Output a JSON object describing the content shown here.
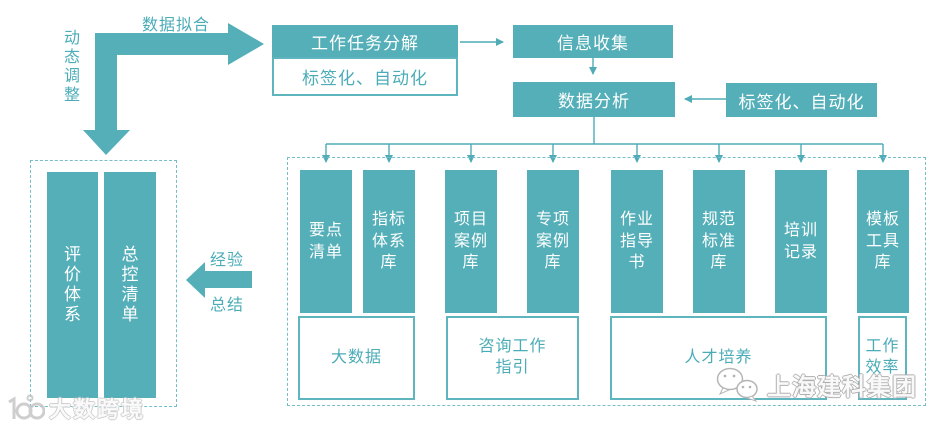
{
  "colors": {
    "teal_fill": "#54AFB9",
    "teal_border": "#5FB5BE",
    "teal_text": "#4BACB8",
    "dashed_border": "#76BFC8"
  },
  "annotations": {
    "dynamic_adjustment": "动\n态\n调\n整",
    "data_fitting": "数据拟合",
    "experience_line1": "经验",
    "experience_line2": "总结"
  },
  "flow": {
    "task_breakdown": "工作任务分解",
    "tagging_automation_left": "标签化、自动化",
    "info_collection": "信息收集",
    "data_analysis": "数据分析",
    "tagging_automation_right": "标签化、自动化"
  },
  "left_panel": {
    "evaluation_system": "评\n价\n体\n系",
    "master_control_list": "总\n控\n清\n单"
  },
  "columns": [
    {
      "label": "要点\n清单"
    },
    {
      "label": "指标\n体系\n库"
    },
    {
      "label": "项目\n案例\n库"
    },
    {
      "label": "专项\n案例\n库"
    },
    {
      "label": "作业\n指导\n书"
    },
    {
      "label": "规范\n标准\n库"
    },
    {
      "label": "培训\n记录"
    },
    {
      "label": "模板\n工具\n库"
    }
  ],
  "groups": [
    {
      "label": "大数据"
    },
    {
      "label": "咨询工作\n指引"
    },
    {
      "label": "人才培养"
    },
    {
      "label": "工作\n效率"
    }
  ],
  "watermarks": {
    "bottom_left": "大数跨境",
    "bottom_right": "上海建科集团"
  }
}
